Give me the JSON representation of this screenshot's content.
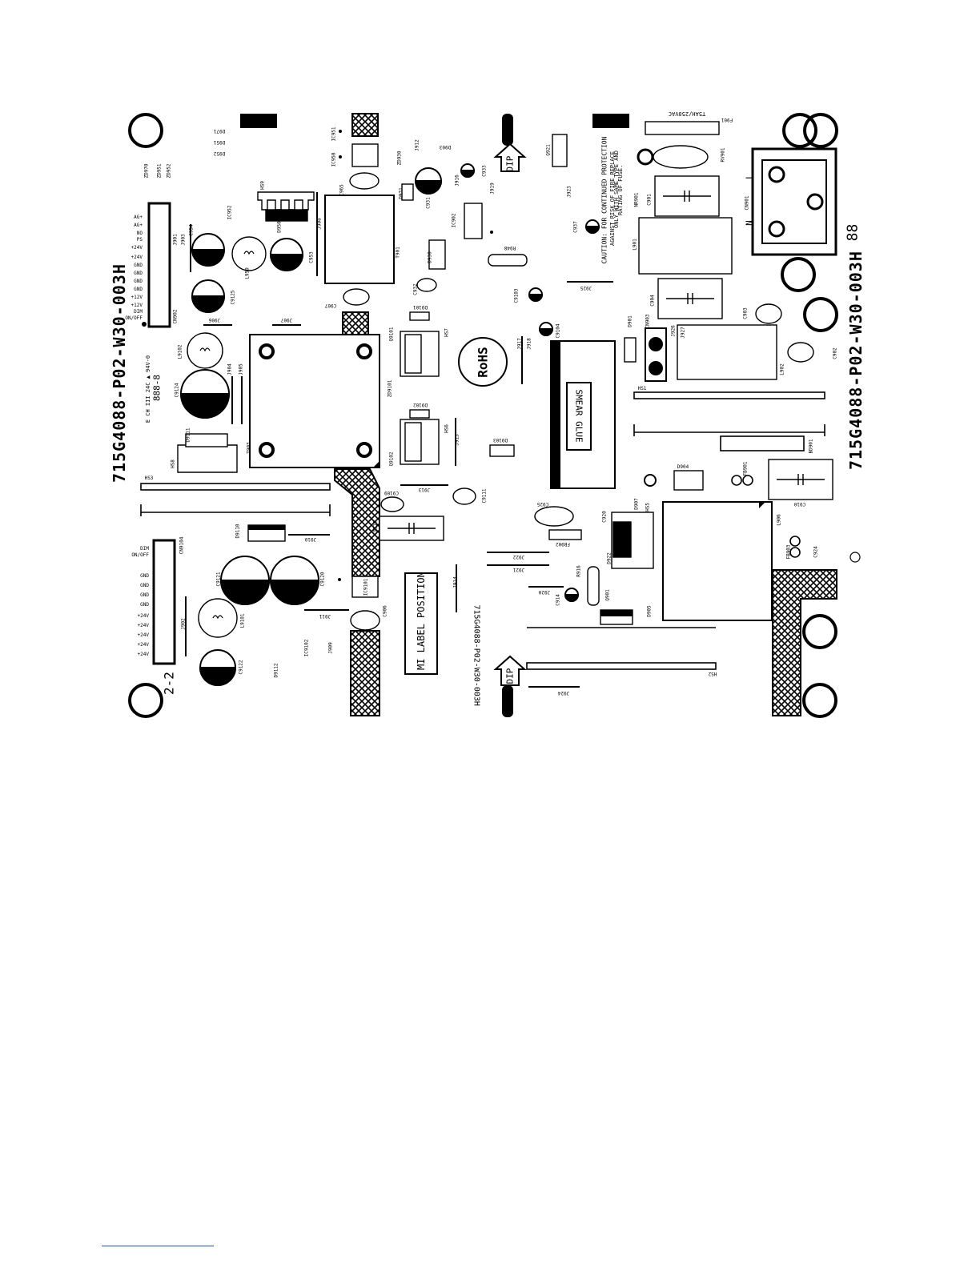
{
  "board": {
    "pcb_id": "715G4088-P02-W30-003H",
    "side_code": "2-2",
    "mi_label": "MI LABEL POSITION",
    "smear_glue": "SMEAR GLUE",
    "rohs": "RoHS",
    "dip": "DIP",
    "fuse_rating": "T5AH/250VAC",
    "caution": [
      "CAUTION: FOR CONTINUED PROTECTION",
      "AGAINST RISK OF FIRE REPLACE",
      "ONLY WITH SAME TYPE AND",
      "RATING OF FUSE."
    ],
    "ul_mark": "E CH III 24C ▲ 94V-0",
    "date_code": "888-8",
    "eight_eight": "88",
    "mains": {
      "n": "N",
      "l": "L"
    },
    "connector_cn902_pins": [
      "AG+",
      "AG+",
      "NO",
      "PS",
      "+24V",
      "+24V",
      "GND",
      "GND",
      "GND",
      "GND",
      "+12V",
      "+12V",
      "DIM",
      "ON/OFF"
    ],
    "connector_cn9104_pins": [
      "DIM",
      "ON/OFF",
      "GND",
      "GND",
      "GND",
      "GND",
      "+24V",
      "+24V",
      "+24V",
      "+24V",
      "+24V"
    ],
    "refs": {
      "F901": "F901",
      "RV901": "RV901",
      "CN901": "CN901",
      "NR901": "NR901",
      "C901": "C901",
      "L901": "L901",
      "C904": "C904",
      "C903": "C903",
      "C902": "C902",
      "L902": "L902",
      "BD901": "BD901",
      "HS1": "HS1",
      "C910": "C910",
      "FB901": "FB901",
      "D904": "D904",
      "L906": "L906",
      "FB903": "FB903",
      "C924": "C924",
      "HS2": "HS2",
      "Q901": "Q901",
      "D905": "D905",
      "HS5": "HS5",
      "D907": "D907",
      "D922": "D922",
      "C920": "C920",
      "R916": "R916",
      "C914": "C914",
      "FB902": "FB902",
      "C925": "C925",
      "J921": "J921",
      "J922": "J922",
      "J920": "J920",
      "J924": "J924",
      "J925": "J925",
      "J923": "J923",
      "Q921": "Q921",
      "C937": "C937",
      "C9103": "C9103",
      "C9104": "C9104",
      "J917": "J917",
      "J918": "J918",
      "R948": "R948",
      "IC902": "IC902",
      "J919": "J919",
      "C933": "C933",
      "J916": "J916",
      "D903": "D903",
      "J912": "J912",
      "ZD930": "ZD930",
      "D931": "D931",
      "C931": "C931",
      "D930": "D930",
      "C932": "C932",
      "IC951": "IC951",
      "IC950": "IC950",
      "C965": "C965",
      "T901": "T901",
      "C907": "C907",
      "D9101": "D9101",
      "Q9101": "Q9101",
      "HS7": "HS7",
      "ZD9101": "ZD9101",
      "D9102": "D9102",
      "Q9102": "Q9102",
      "HS6": "HS6",
      "J915": "J915",
      "D9103": "D9103",
      "J913": "J913",
      "C9109": "C9109",
      "C9111": "C9111",
      "C9110": "C9110",
      "J914": "J914",
      "IC9101": "IC9101",
      "C906": "C906",
      "T903": "T903",
      "J906": "J906",
      "J907": "J907",
      "J904": "J904",
      "J905": "J905",
      "L9102": "L9102",
      "C9124": "C9124",
      "D9111": "D9111",
      "HS8": "HS8",
      "HS3": "HS3",
      "D9110": "D9110",
      "J910": "J910",
      "C9121": "C9121",
      "C9120": "C9120",
      "L9101": "L9101",
      "C9122": "C9122",
      "J902": "J902",
      "CN9104": "CN9104",
      "J911": "J911",
      "J909": "J909",
      "IC9102": "IC9102",
      "D9112": "D9112",
      "CN902": "CN902",
      "J901": "J901",
      "J903": "J903",
      "C954": "C954",
      "C9125": "C9125",
      "L950": "L950",
      "C953": "C953",
      "D950": "D950",
      "HS9": "HS9",
      "IC952": "IC952",
      "J908": "J908",
      "D971": "D971",
      "D951": "D951",
      "D952": "D952",
      "ZD970": "ZD970",
      "ZD951": "ZD951",
      "ZD952": "ZD952",
      "D901": "D901",
      "CN903": "CN903",
      "J926": "J926",
      "J927": "J927"
    }
  }
}
